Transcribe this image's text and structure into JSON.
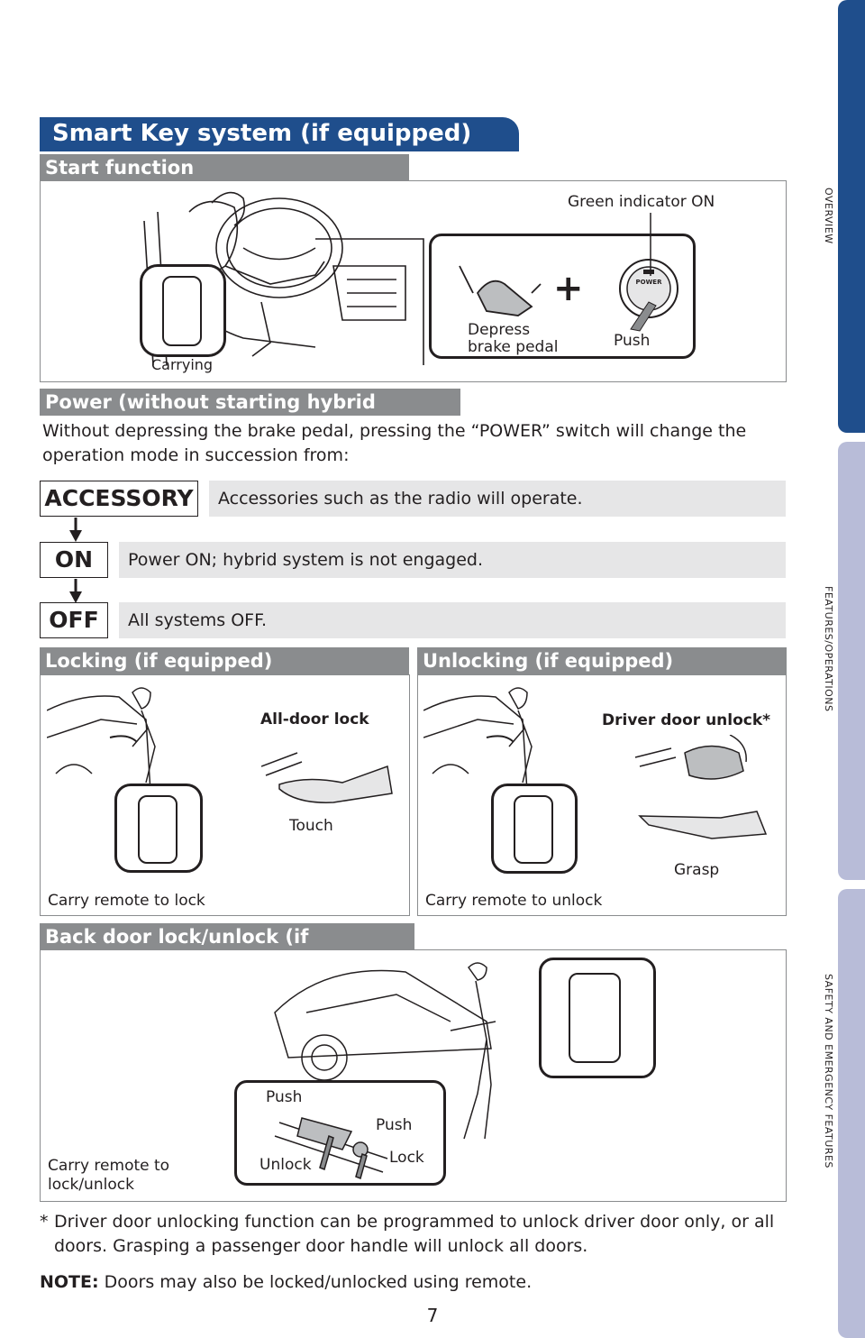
{
  "title": "Smart Key system (if equipped)",
  "side_tabs": [
    "OVERVIEW",
    "FEATURES/OPERATIONS",
    "SAFETY AND EMERGENCY FEATURES"
  ],
  "start": {
    "heading": "Start function",
    "green_indicator": "Green indicator ON",
    "depress_line1": "Depress",
    "depress_line2": "brake pedal",
    "push": "Push",
    "carrying": "Carrying",
    "power_label": "POWER"
  },
  "power": {
    "heading": "Power (without starting hybrid system)",
    "text": "Without depressing the brake pedal, pressing the “POWER” switch will change the operation mode in succession from:",
    "modes": [
      {
        "label": "ACCESSORY",
        "desc": "Accessories such as the radio will operate."
      },
      {
        "label": "ON",
        "desc": "Power ON; hybrid system is not engaged."
      },
      {
        "label": "OFF",
        "desc": "All systems OFF."
      }
    ]
  },
  "locking": {
    "heading": "Locking (if equipped)",
    "title": "All-door lock",
    "touch": "Touch",
    "carry": "Carry remote to lock"
  },
  "unlocking": {
    "heading": "Unlocking  (if equipped)",
    "title": "Driver door unlock*",
    "grasp": "Grasp",
    "carry": "Carry remote to unlock"
  },
  "backdoor": {
    "heading": "Back door lock/unlock (if equipped)",
    "push1": "Push",
    "push2": "Push",
    "unlock": "Unlock",
    "lock": "Lock",
    "carry1": "Carry remote to",
    "carry2": "lock/unlock"
  },
  "footnote_star": "*",
  "footnote": "Driver door unlocking function can be programmed to unlock driver door only, or all doors. Grasping a passenger door handle will unlock all doors.",
  "note_label": "NOTE:",
  "note_text": " Doors may also be locked/unlocked using remote.",
  "page_number": "7",
  "colors": {
    "brand_blue": "#1f4e8c",
    "section_gray": "#8a8c8e",
    "tab_lavender": "#b8bcd8"
  }
}
